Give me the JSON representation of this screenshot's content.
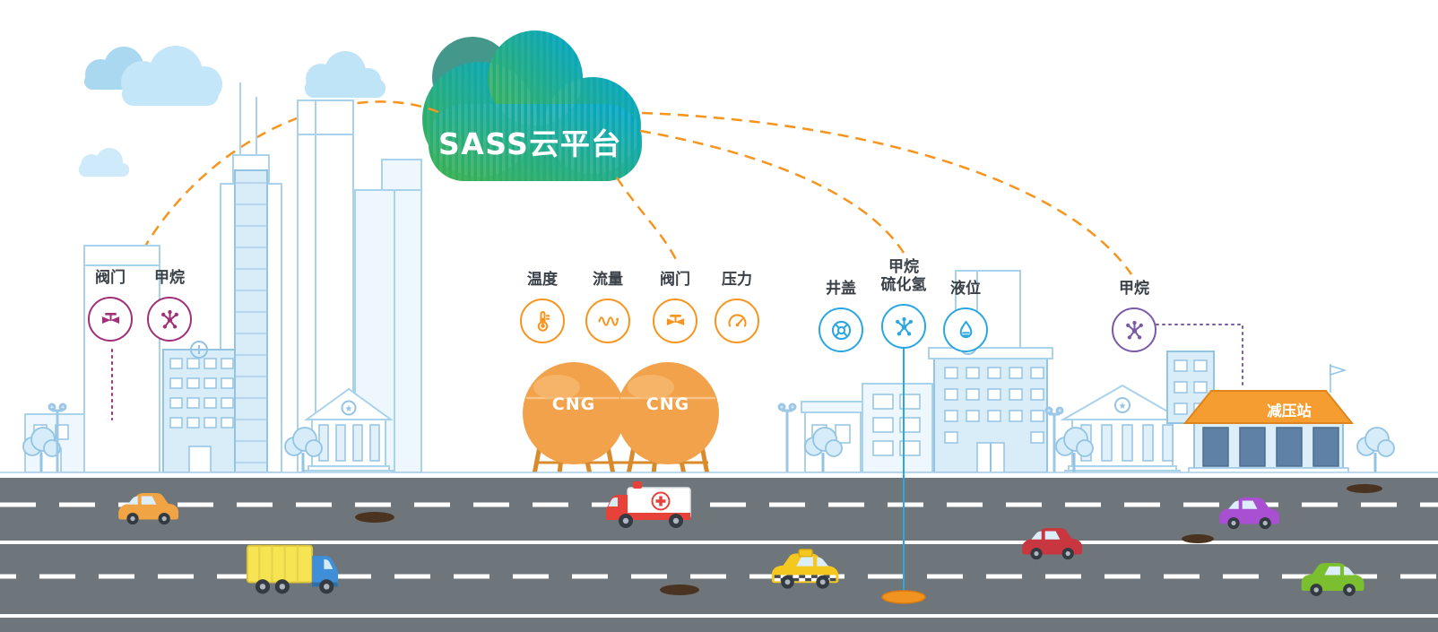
{
  "cloud": {
    "label": "SASS云平台"
  },
  "sensor_groups": {
    "city": {
      "color": "#a03077",
      "sensors": [
        {
          "label": "阀门",
          "icon": "valve-icon"
        },
        {
          "label": "甲烷",
          "icon": "molecule-icon"
        }
      ]
    },
    "cng_station": {
      "color": "#f7941d",
      "sensors": [
        {
          "label": "温度",
          "icon": "thermometer-icon"
        },
        {
          "label": "流量",
          "icon": "flow-icon"
        },
        {
          "label": "阀门",
          "icon": "valve-icon"
        },
        {
          "label": "压力",
          "icon": "pressure-icon"
        }
      ]
    },
    "pipeline": {
      "color": "#2aa7e0",
      "sensors": [
        {
          "label": "井盖",
          "icon": "manhole-icon"
        },
        {
          "label": "甲烷",
          "label2": "硫化氢",
          "icon": "molecule-icon"
        },
        {
          "label": "液位",
          "icon": "level-icon"
        }
      ]
    },
    "pressure_station": {
      "color": "#7a5aa8",
      "sensors": [
        {
          "label": "甲烷",
          "icon": "molecule-icon"
        }
      ]
    }
  },
  "tanks": {
    "left_label": "CNG",
    "right_label": "CNG"
  },
  "station": {
    "label": "减压站"
  },
  "colors": {
    "connector_dash": "#f7941d",
    "cloud_gradient_start": "#3bb04b",
    "cloud_gradient_end": "#00a5cd",
    "city_sensor": "#a03077",
    "cng_sensor": "#f7941d",
    "pipeline_sensor": "#2aa7e0",
    "station_sensor": "#7a5aa8",
    "tank_orange": "#f1a24a",
    "road_gray": "#6e757b"
  }
}
